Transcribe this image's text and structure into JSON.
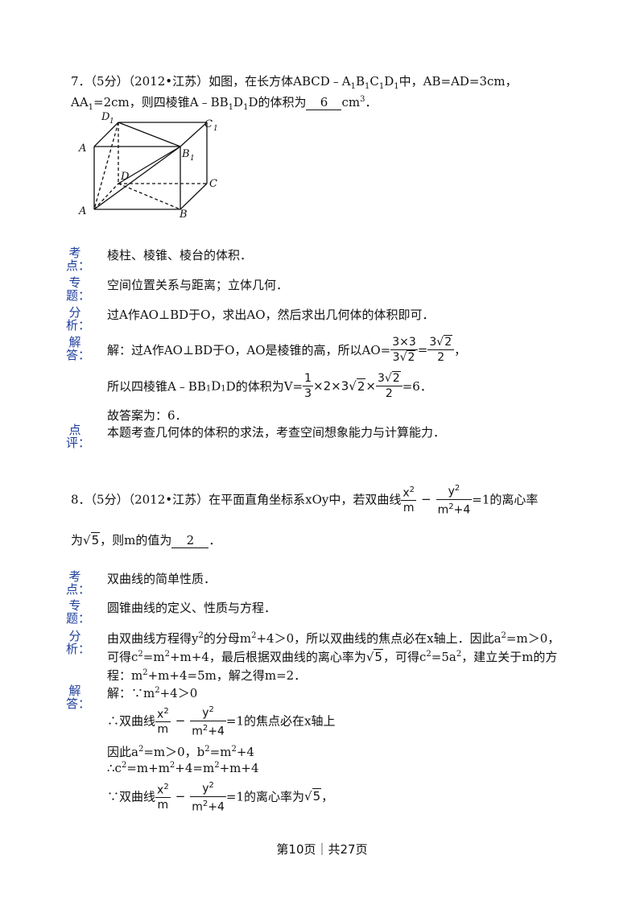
{
  "q7": {
    "line1_a": "7．（5分）（2012•江苏）如图，在长方体ABCD﹣A",
    "line1_b": "中，AB=AD=3cm，",
    "line2_a": "AA",
    "line2_b": "=2cm，则四棱锥A﹣BB",
    "line2_c": "D的体积为",
    "answer": "6",
    "unit": "cm",
    "unit_sup": "3",
    "unit_end": "．",
    "figure_labels": {
      "D1": "D",
      "C1": "C",
      "A1": "A",
      "B1": "B",
      "D": "D",
      "C": "C",
      "A": "A",
      "B": "B",
      "sub1": "1"
    },
    "kaodian": "棱柱、棱锥、棱台的体积．",
    "zhuanti": "空间位置关系与距离；立体几何．",
    "fenxi": "过A作AO⊥BD于O，求出AO，然后求出几何体的体积即可．",
    "jieda_1": "解：过A作AO⊥BD于O，AO是棱锥的高，所以AO=",
    "jieda_2": "所以四棱锥A﹣BB",
    "jieda_2b": "D的体积为V=",
    "jieda_3": "故答案为：6．",
    "dianping": "本题考查几何体的体积的求法，考查空间想象能力与计算能力．"
  },
  "labels": {
    "kao": "考",
    "dian": "点：",
    "zhuan": "专",
    "ti": "题：",
    "fen": "分",
    "xi": "析：",
    "jie": "解",
    "da": "答：",
    "dian2": "点",
    "ping": "评："
  },
  "q8": {
    "line1_a": "8．（5分）（2012•江苏）在平面直角坐标系xOy中，若双曲线",
    "line1_b": "=1的离心率",
    "line2_a": "为",
    "line2_b": "，则m的值为",
    "answer": "2",
    "line2_c": "．",
    "kaodian": "双曲线的简单性质．",
    "zhuanti": "圆锥曲线的定义、性质与方程．",
    "fenxi_1a": "由双曲线方程得y",
    "fenxi_1b": "的分母m",
    "fenxi_1c": "+4＞0，所以双曲线的焦点必在x轴上．因此a",
    "fenxi_1d": "=m＞0，",
    "fenxi_2a": "可得c",
    "fenxi_2b": "=m",
    "fenxi_2c": "+m+4，最后根据双曲线的离心率为",
    "fenxi_2d": "，可得c",
    "fenxi_2e": "=5a",
    "fenxi_2f": "，建立关于m的方",
    "fenxi_3a": "程：m",
    "fenxi_3b": "+m+4=5m，解之得m=2．",
    "jieda_1a": "解：∵m",
    "jieda_1b": "+4＞0",
    "jieda_2a": "∴双曲线",
    "jieda_2b": "=1的焦点必在x轴上",
    "jieda_3a": "因此a",
    "jieda_3b": "=m＞0，b",
    "jieda_3c": "=m",
    "jieda_3d": "+4",
    "jieda_4a": "∴c",
    "jieda_4b": "=m+m",
    "jieda_4c": "+4=m",
    "jieda_4d": "+m+4",
    "jieda_5a": "∵双曲线",
    "jieda_5b": "=1的离心率为",
    "jieda_5c": "，"
  },
  "math": {
    "x2": "x",
    "m": "m",
    "y2": "y",
    "m2p4": "m",
    "p4": "+4",
    "two": "2",
    "minus": "−",
    "three_x_three": "3×3",
    "three": "3",
    "root2": "2",
    "times": "×",
    "three_root2_num": "3",
    "eq6": "=6．",
    "eq": "=",
    "one": "1",
    "times2": "×2×3",
    "root5": "5",
    "sqrt": "√"
  },
  "footer": "第10页｜共27页"
}
